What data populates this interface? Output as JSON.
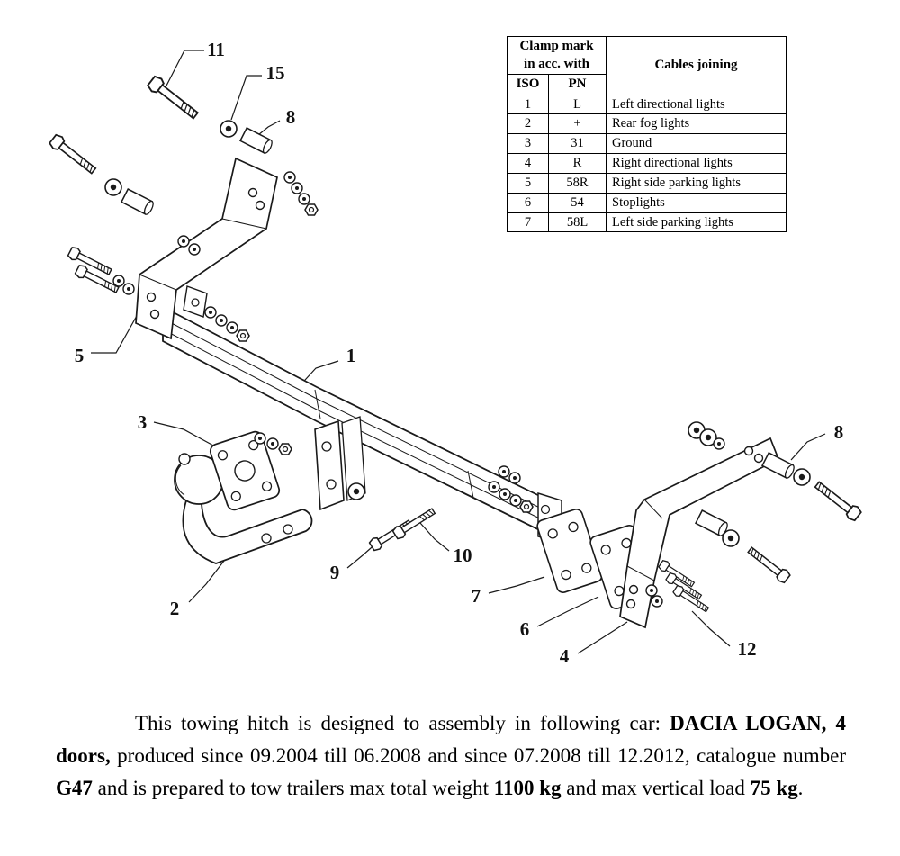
{
  "table": {
    "header": {
      "clamp_mark_line1": "Clamp mark",
      "clamp_mark_line2": "in acc. with",
      "col_iso": "ISO",
      "col_pn": "PN",
      "col_cables": "Cables joining"
    },
    "rows": [
      {
        "iso": "1",
        "pn": "L",
        "cables": "Left directional lights"
      },
      {
        "iso": "2",
        "pn": "+",
        "cables": "Rear fog lights"
      },
      {
        "iso": "3",
        "pn": "31",
        "cables": "Ground"
      },
      {
        "iso": "4",
        "pn": "R",
        "cables": "Right directional lights"
      },
      {
        "iso": "5",
        "pn": "58R",
        "cables": "Right side parking lights"
      },
      {
        "iso": "6",
        "pn": "54",
        "cables": "Stoplights"
      },
      {
        "iso": "7",
        "pn": "58L",
        "cables": "Left side parking lights"
      }
    ]
  },
  "diagram": {
    "ink": "#1a1a1a",
    "labels": {
      "l11": "11",
      "l15": "15",
      "l8a": "8",
      "l5": "5",
      "l1": "1",
      "l3": "3",
      "l8b": "8",
      "l10": "10",
      "l9": "9",
      "l2": "2",
      "l7": "7",
      "l6": "6",
      "l4": "4",
      "l12": "12"
    }
  },
  "description": {
    "segments": [
      {
        "text": "This towing hitch is designed to assembly in following car: ",
        "bold": false
      },
      {
        "text": "DACIA LOGAN, 4 doors,",
        "bold": true
      },
      {
        "text": " produced since 09.2004 till 06.2008 and since 07.2008 till 12.2012, catalogue number ",
        "bold": false
      },
      {
        "text": "G47",
        "bold": true
      },
      {
        "text": " and is prepared to tow trailers max total weight ",
        "bold": false
      },
      {
        "text": "1100 kg",
        "bold": true
      },
      {
        "text": " and max vertical load ",
        "bold": false
      },
      {
        "text": "75 kg",
        "bold": true
      },
      {
        "text": ".",
        "bold": false
      }
    ]
  }
}
